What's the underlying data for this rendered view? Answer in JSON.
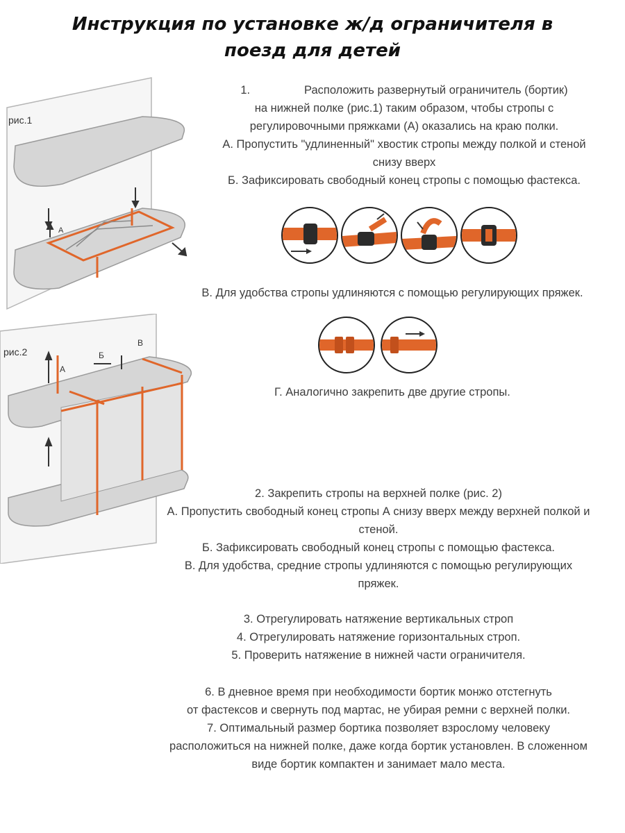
{
  "title": {
    "line1": "Инструкция по установке ж/д ограничителя в",
    "line2": "поезд для детей"
  },
  "figures": {
    "fig1": {
      "label": "рис.1",
      "marker_a": "А"
    },
    "fig2": {
      "label": "рис.2",
      "marker_a": "А",
      "marker_b": "Б",
      "marker_v": "В"
    }
  },
  "colors": {
    "strap": "#e0662a",
    "buckle": "#2b2b2b",
    "shelf": "#cfcfcf",
    "text": "#3d3d3d"
  },
  "step1": {
    "num": "1.",
    "line1": "Расположить развернутый ограничитель (бортик)",
    "line2": "на нижней полке (рис.1) таким образом, чтобы стропы с",
    "line3": "регулировочными пряжками (А) оказались на краю полки.",
    "a1": "А. Пропустить \"удлиненный\" хвостик стропы между полкой и стеной",
    "a2": "снизу вверх",
    "b": "Б. Зафиксировать свободный конец стропы с помощью фастекса.",
    "v": "В. Для удобства стропы удлиняются с помощью регулирующих пряжек.",
    "g": "Г. Аналогично закрепить две другие стропы."
  },
  "step2": {
    "line1": "2.  Закрепить стропы на верхней полке (рис. 2)",
    "a": "А. Пропустить свободный конец стропы А снизу вверх между верхней полкой и",
    "a2": "стеной.",
    "b": "Б. Зафиксировать свободный конец стропы с помощью фастекса.",
    "v1": "В. Для удобства, средние стропы удлиняются с помощью регулирующих",
    "v2": "пряжек."
  },
  "steps_3_5": {
    "s3": "3. Отрегулировать натяжение вертикальных строп",
    "s4": "4. Отрегулировать натяжение горизонтальных строп.",
    "s5": "5. Проверить натяжение в нижней части ограничителя."
  },
  "steps_6_7": {
    "s6a": "6. В дневное время при необходимости бортик монжо отстегнуть",
    "s6b": "от фастексов и свернуть под мартас, не убирая ремни с верхней полки.",
    "s7a": "7. Оптимальный размер бортика позволяет взрослому человеку",
    "s7b": "расположиться на нижней полке, даже когда бортик установлен. В сложенном",
    "s7c": "виде бортик компактен и занимает мало места."
  }
}
